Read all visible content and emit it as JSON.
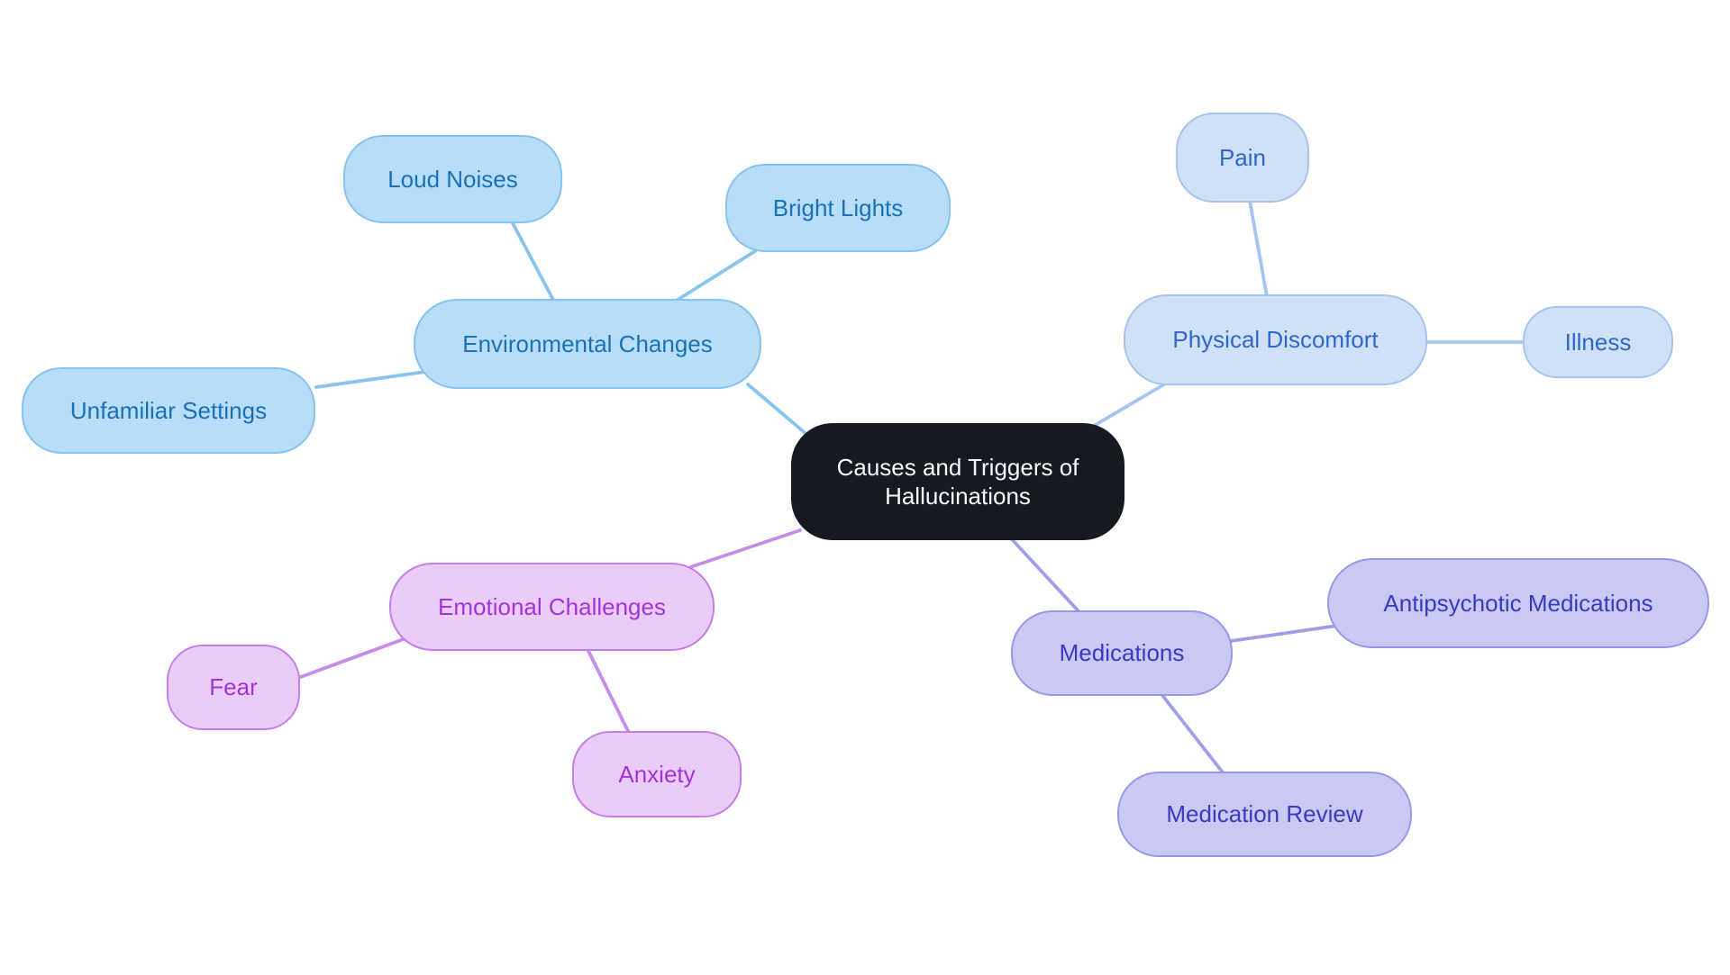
{
  "diagram": {
    "type": "mindmap",
    "root": {
      "label": "Causes and Triggers of Hallucinations"
    },
    "branches": [
      {
        "label": "Environmental Changes",
        "children": [
          {
            "label": "Loud Noises"
          },
          {
            "label": "Bright Lights"
          },
          {
            "label": "Unfamiliar Settings"
          }
        ]
      },
      {
        "label": "Physical Discomfort",
        "children": [
          {
            "label": "Pain"
          },
          {
            "label": "Illness"
          }
        ]
      },
      {
        "label": "Emotional Challenges",
        "children": [
          {
            "label": "Fear"
          },
          {
            "label": "Anxiety"
          }
        ]
      },
      {
        "label": "Medications",
        "children": [
          {
            "label": "Antipsychotic Medications"
          },
          {
            "label": "Medication Review"
          }
        ]
      }
    ]
  },
  "colors": {
    "canvas-bg": "#ffffff",
    "root-fill": "#151a22",
    "root-text": "#f7f8f9",
    "env-fill": "#b8ddf8",
    "env-border": "#85c3ef",
    "env-text": "#1971b5",
    "env-line": "#89c4ee",
    "pd-fill": "#d0e0f7",
    "pd-border": "#a7c4ee",
    "pd-text": "#2d68c8",
    "pd-line": "#a7c4ee",
    "emo-fill": "#eaccf8",
    "emo-border": "#c67de8",
    "emo-text": "#a332da",
    "emo-line": "#c78be9",
    "meds-fill": "#c9c9f4",
    "meds-border": "#9897e9",
    "meds-text": "#3a39bf",
    "meds-line": "#9e9ee9"
  }
}
